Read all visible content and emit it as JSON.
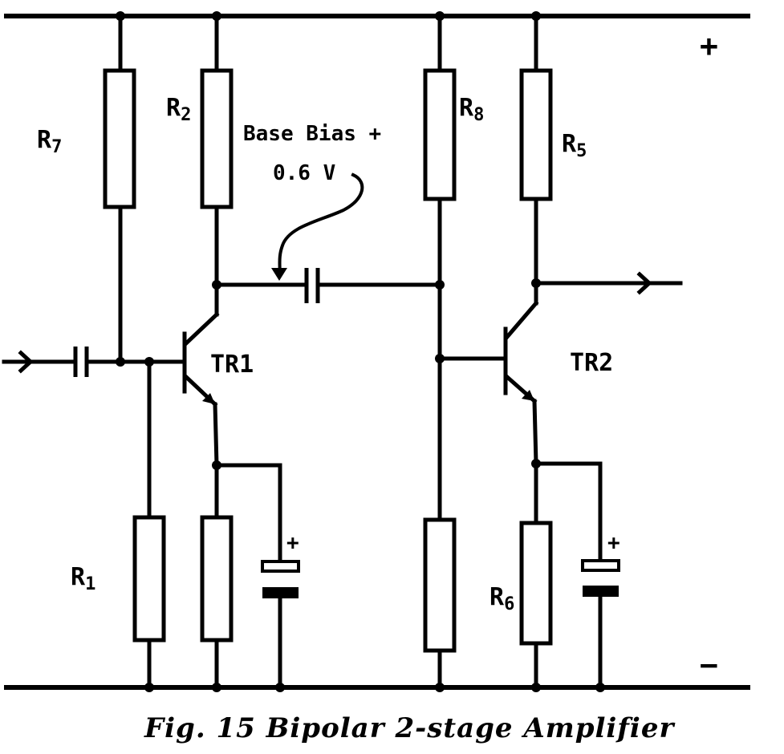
{
  "rails": {
    "positive_label": "+",
    "negative_label": "−"
  },
  "components": {
    "R7": {
      "letter": "R",
      "sub": "7"
    },
    "R2": {
      "letter": "R",
      "sub": "2"
    },
    "R8": {
      "letter": "R",
      "sub": "8"
    },
    "R5": {
      "letter": "R",
      "sub": "5"
    },
    "R1": {
      "letter": "R",
      "sub": "1"
    },
    "R6": {
      "letter": "R",
      "sub": "6"
    },
    "TR1": "TR1",
    "TR2": "TR2",
    "cap1_plus": "+",
    "cap2_plus": "+"
  },
  "annotation": {
    "line1": "Base Bias +",
    "line2": "0.6 V"
  },
  "caption": "Fig. 15  Bipolar 2-stage Amplifier"
}
